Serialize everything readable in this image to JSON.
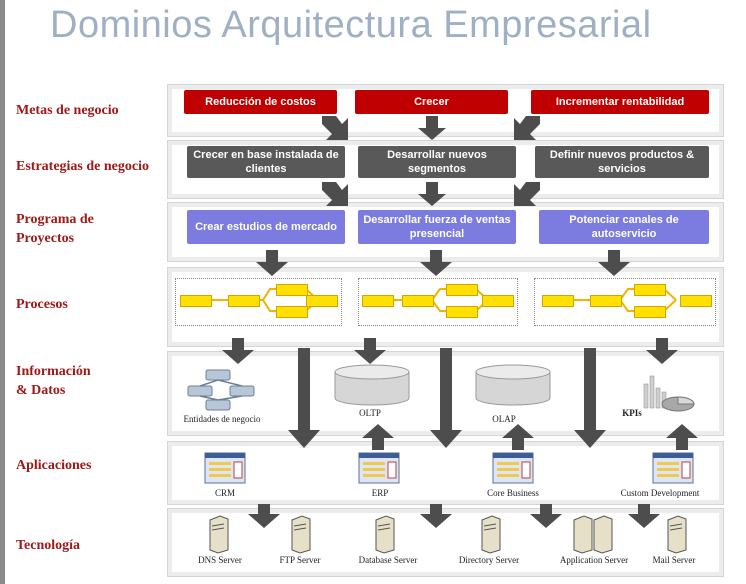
{
  "title": "Dominios Arquitectura Empresarial",
  "layers": {
    "metas": "Metas de negocio",
    "estrategias": "Estrategias de negocio",
    "programa": "Programa de\nProyectos",
    "procesos": "Procesos",
    "informacion": "Información\n& Datos",
    "aplicaciones": "Aplicaciones",
    "tecnologia": "Tecnología"
  },
  "metas": [
    "Reducción de costos",
    "Crecer",
    "Incrementar rentabilidad"
  ],
  "estrategias": [
    "Crecer en base instalada de clientes",
    "Desarrollar nuevos segmentos",
    "Definir nuevos productos & servicios"
  ],
  "proyectos": [
    "Crear estudios de mercado",
    "Desarrollar fuerza de ventas presencial",
    "Potenciar canales de autoservicio"
  ],
  "datos": {
    "entidades": "Entidades de negocio",
    "oltp": "OLTP",
    "olap": "OLAP",
    "kpis": "KPIs"
  },
  "aplicaciones": [
    "CRM",
    "ERP",
    "Core Business",
    "Custom Development"
  ],
  "tecnologia": [
    "DNS Server",
    "FTP Server",
    "Database Server",
    "Directory Server",
    "Application Server",
    "Mail Server"
  ],
  "colors": {
    "goal": "#c00000",
    "strategy": "#595959",
    "project": "#7b7be0",
    "label": "#a01818",
    "title": "#9fb0c4",
    "arrow": "#4d4d4d"
  }
}
